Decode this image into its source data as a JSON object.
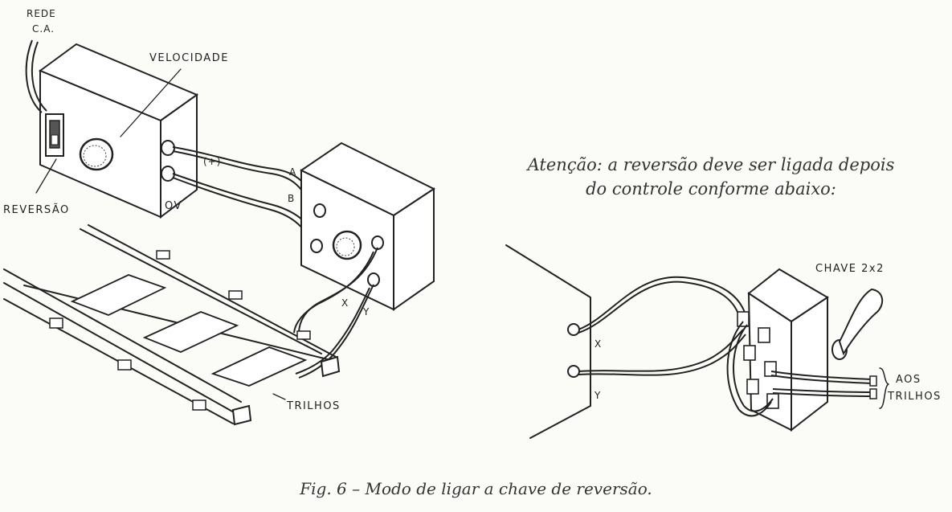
{
  "labels": {
    "rede": "REDE",
    "ca": "C.A.",
    "velocidade": "VELOCIDADE",
    "reversao": "REVERSÃO",
    "plus": "(+)",
    "ov": "OV",
    "a": "A",
    "b": "B",
    "x": "X",
    "y": "Y",
    "trilhos": "TRILHOS",
    "chave": "CHAVE 2x2",
    "x2": "X",
    "y2": "Y",
    "aos": "AOS",
    "trilhos2": "TRILHOS"
  },
  "note": {
    "line1": "Atenção: a reversão deve ser ligada depois",
    "line2": "do controle conforme abaixo:"
  },
  "caption": "Fig. 6 – Modo de ligar a chave de reversão."
}
